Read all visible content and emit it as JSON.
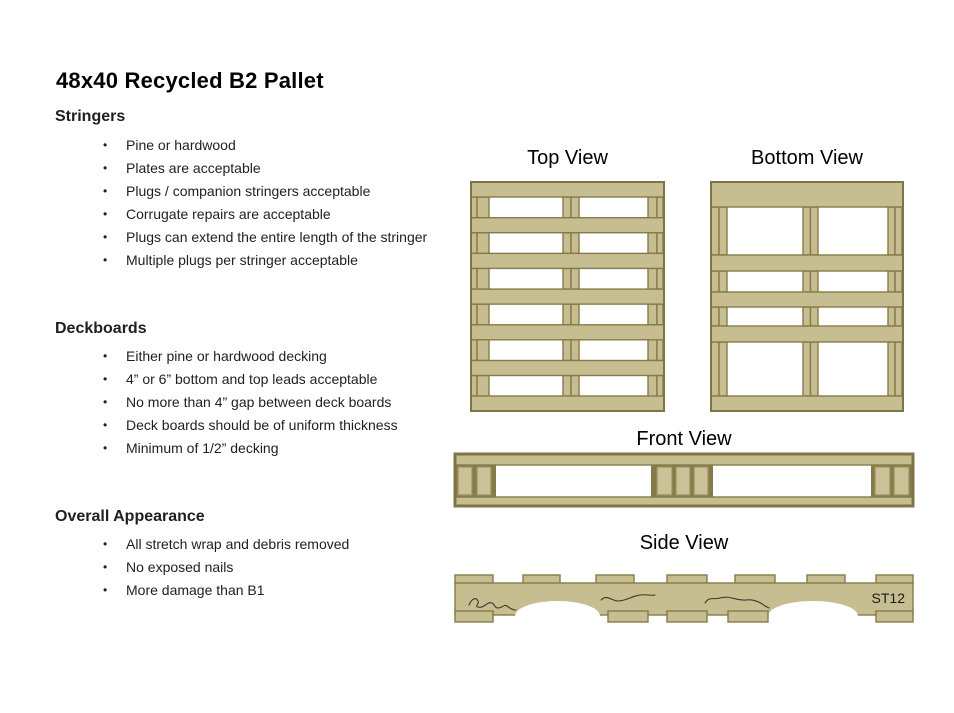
{
  "title": "48x40 Recycled B2 Pallet",
  "bullet_glyph": "•",
  "sections": [
    {
      "heading": "Stringers",
      "items": [
        "Pine or hardwood",
        "Plates are acceptable",
        "Plugs / companion stringers acceptable",
        "Corrugate repairs are acceptable",
        "Plugs can extend the entire length of the stringer",
        "Multiple plugs per stringer acceptable"
      ]
    },
    {
      "heading": "Deckboards",
      "items": [
        "Either pine or hardwood decking",
        "4” or 6” bottom and top leads acceptable",
        "No more than 4” gap between deck boards",
        "Deck boards should be of uniform thickness",
        "Minimum of 1/2” decking"
      ]
    },
    {
      "heading": "Overall Appearance",
      "items": [
        "All stretch wrap and debris removed",
        "No exposed nails",
        "More damage than B1"
      ]
    }
  ],
  "views": {
    "top": {
      "label": "Top View"
    },
    "bottom": {
      "label": "Bottom View"
    },
    "front": {
      "label": "Front View"
    },
    "side": {
      "label": "Side View",
      "stencil": "ST12"
    }
  },
  "palette": {
    "wood_fill": "#C6BD90",
    "wood_outline": "#857B49",
    "diagram_border": "#7E744A",
    "gap_color": "#FFFFFF",
    "text_color": "#1F1F1F",
    "crack_color": "#3B3A28"
  }
}
